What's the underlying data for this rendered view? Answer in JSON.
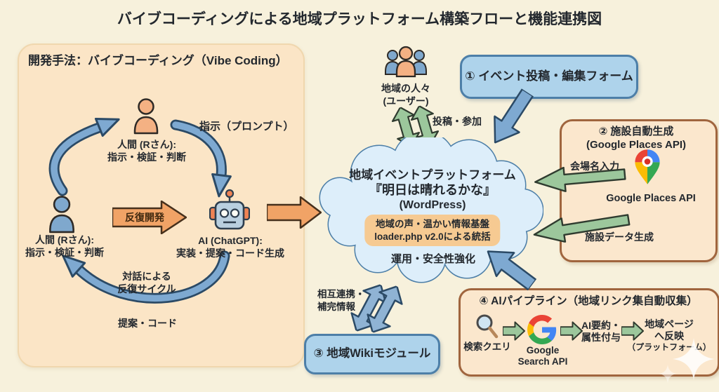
{
  "title": "バイブコーディングによる地域プラットフォーム構築フローと機能連携図",
  "panel": {
    "heading": "開発手法：バイブコーディング（Vibe Coding）",
    "human_top_line1": "人間 (Rさん):",
    "human_top_line2": "指示・検証・判断",
    "prompt_label": "指示（プロンプト）",
    "human_left_line1": "人間 (Rさん):",
    "human_left_line2": "指示・検証・判断",
    "iterate_label": "反復開発",
    "ai_line1": "AI (ChatGPT):",
    "ai_line2": "実装・提案・コード生成",
    "cycle_line1": "対話による",
    "cycle_line2": "反復サイクル",
    "feedback_label": "提案・コード"
  },
  "users": {
    "line1": "地域の人々",
    "line2": "(ユーザー)",
    "arrow_label": "投稿・参加"
  },
  "cloud": {
    "line1": "地域イベントプラットフォーム",
    "line2": "『明日は晴れるかな』",
    "line3": "(WordPress)",
    "badge_line1": "地域の声・温かい情報基盤",
    "badge_line2": "loader.php v2.0による統括",
    "footer": "運用・安全性強化"
  },
  "module1": {
    "label": "① イベント投稿・編集フォーム"
  },
  "module2": {
    "title1": "② 施設自動生成",
    "title2": "(Google Places API)",
    "input_label": "会場名入力",
    "api_label": "Google Places API",
    "output_label": "施設データ生成"
  },
  "module3": {
    "label": "③ 地域Wikiモジュール",
    "link_line1": "相互連携・",
    "link_line2": "補完情報"
  },
  "module4": {
    "title": "④ AIパイプライン（地域リンク集自動収集）",
    "step1": "検索クエリ",
    "step2_line1": "Google",
    "step2_line2": "Search API",
    "step3_line1": "AI要約・",
    "step3_line2": "属性付与",
    "step4_line1": "地域ページ",
    "step4_line2": "へ反映",
    "step4_line3": "（プラットフォーム）"
  },
  "icons": {
    "human_top": "person-icon",
    "human_left": "person-icon",
    "ai": "robot-icon",
    "users": "people-group-icon",
    "places": "google-maps-pin-icon",
    "search": "magnifier-icon",
    "google": "google-g-logo-icon",
    "sparkle": "sparkle-watermark-icon"
  },
  "colors": {
    "background": "#f7f1dc",
    "panel": "#fbe5c6",
    "cloud_fill": "#ddeefa",
    "cloud_border": "#4d7fa8",
    "blue_box": "#aed3eb",
    "tan_box": "#fbe7cd",
    "tan_border": "#a0653e",
    "badge": "#f6ca92",
    "green_arrow": "#9cc79c",
    "blue_arrow": "#7ea9d1",
    "orange_arrow": "#f1a366"
  }
}
